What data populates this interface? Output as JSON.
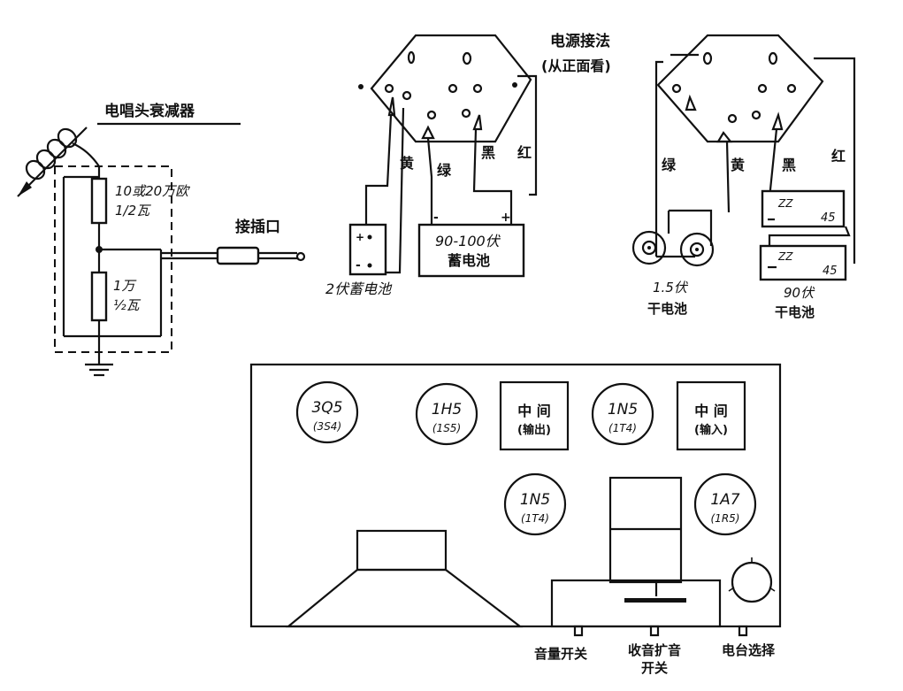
{
  "filter": {
    "title": "电唱头衰减器",
    "r1_line1": "10或20万欧",
    "r1_line2": "1/2瓦",
    "r2_line1": "1万",
    "r2_line2": "½瓦",
    "jack_label": "接插口"
  },
  "power": {
    "title_line1": "电源接法",
    "title_line2": "(从正面看)",
    "left": {
      "wire_yellow": "黄",
      "wire_green": "绿",
      "wire_black": "黑",
      "wire_red": "红",
      "cell_plus": "+",
      "cell_minus": "-",
      "cell_label": "2伏蓄电池",
      "bat_minus": "-",
      "bat_plus": "+",
      "bat_line1": "90-100伏",
      "bat_line2": "蓄电池"
    },
    "right": {
      "wire_green": "绿",
      "wire_yellow": "黄",
      "wire_black": "黑",
      "wire_red": "红",
      "dry_label_line1": "1.5伏",
      "dry_label_line2": "干电池",
      "b1_code": "ZZ",
      "b1_value": "45",
      "b2_code": "ZZ",
      "b2_value": "45",
      "b_label_line1": "90伏",
      "b_label_line2": "干电池"
    }
  },
  "chassis": {
    "tubes": [
      {
        "top": "3Q5",
        "bottom": "(3S4)"
      },
      {
        "top": "1H5",
        "bottom": "(1S5)"
      },
      {
        "top": "1N5",
        "bottom": "(1T4)"
      },
      {
        "top": "1N5",
        "bottom": "(1T4)"
      },
      {
        "top": "1A7",
        "bottom": "(1R5)"
      }
    ],
    "if_out_line1": "中 间",
    "if_out_line2": "(输出)",
    "if_in_line1": "中 间",
    "if_in_line2": "(输入)",
    "knob_1": "音量开关",
    "knob_2_line1": "收音扩音",
    "knob_2_line2": "开关",
    "knob_3": "电台选择"
  }
}
